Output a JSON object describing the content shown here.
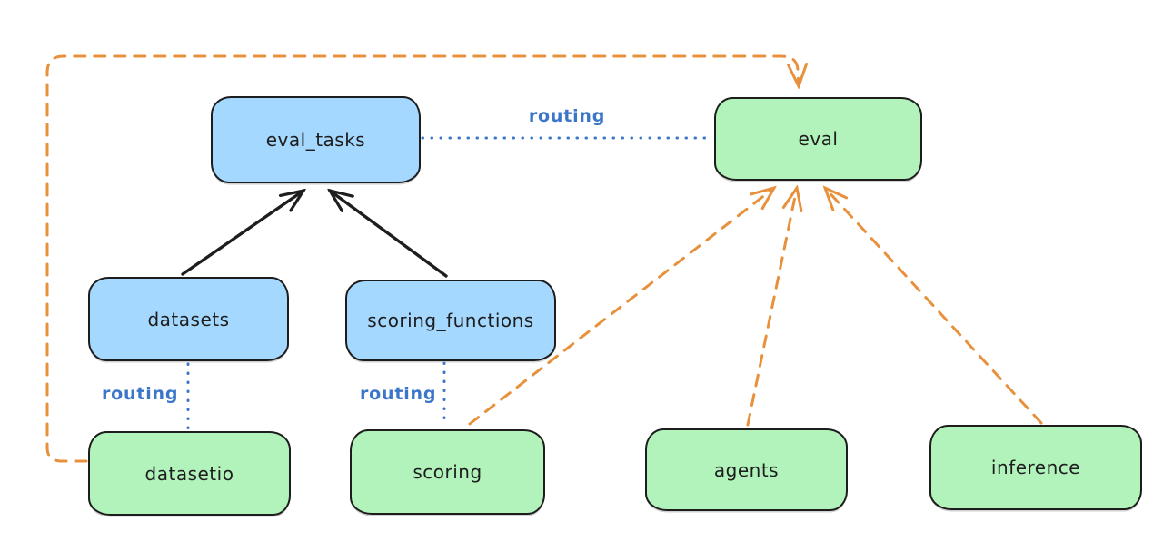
{
  "diagram": {
    "background": "#ffffff",
    "colors": {
      "node_border": "#1d1d1d",
      "blue_node_fill": "#a5d8ff",
      "green_node_fill": "#b2f2bb",
      "routing_line_blue": "#3b76c9",
      "dependency_arrow_black": "#1e1e1e",
      "provider_arrow_orange": "#e8913d"
    },
    "nodes": [
      {
        "id": "eval_tasks",
        "label": "eval_tasks",
        "color": "blue"
      },
      {
        "id": "eval",
        "label": "eval",
        "color": "green"
      },
      {
        "id": "datasets",
        "label": "datasets",
        "color": "blue"
      },
      {
        "id": "scoring_functions",
        "label": "scoring_functions",
        "color": "blue"
      },
      {
        "id": "datasetio",
        "label": "datasetio",
        "color": "green"
      },
      {
        "id": "scoring",
        "label": "scoring",
        "color": "green"
      },
      {
        "id": "agents",
        "label": "agents",
        "color": "green"
      },
      {
        "id": "inference",
        "label": "inference",
        "color": "green"
      }
    ],
    "edges": [
      {
        "from": "datasets",
        "to": "eval_tasks",
        "style": "solid-black-arrow",
        "label": ""
      },
      {
        "from": "scoring_functions",
        "to": "eval_tasks",
        "style": "solid-black-arrow",
        "label": ""
      },
      {
        "from": "eval_tasks",
        "to": "eval",
        "style": "dotted-blue",
        "label": "routing"
      },
      {
        "from": "datasets",
        "to": "datasetio",
        "style": "dotted-blue",
        "label": "routing"
      },
      {
        "from": "scoring_functions",
        "to": "scoring",
        "style": "dotted-blue",
        "label": "routing"
      },
      {
        "from": "scoring",
        "to": "eval",
        "style": "dashed-orange-arrow",
        "label": ""
      },
      {
        "from": "agents",
        "to": "eval",
        "style": "dashed-orange-arrow",
        "label": ""
      },
      {
        "from": "inference",
        "to": "eval",
        "style": "dashed-orange-arrow",
        "label": ""
      },
      {
        "from": "datasetio",
        "to": "eval",
        "style": "dashed-orange-arrow-elbow",
        "label": ""
      }
    ]
  }
}
